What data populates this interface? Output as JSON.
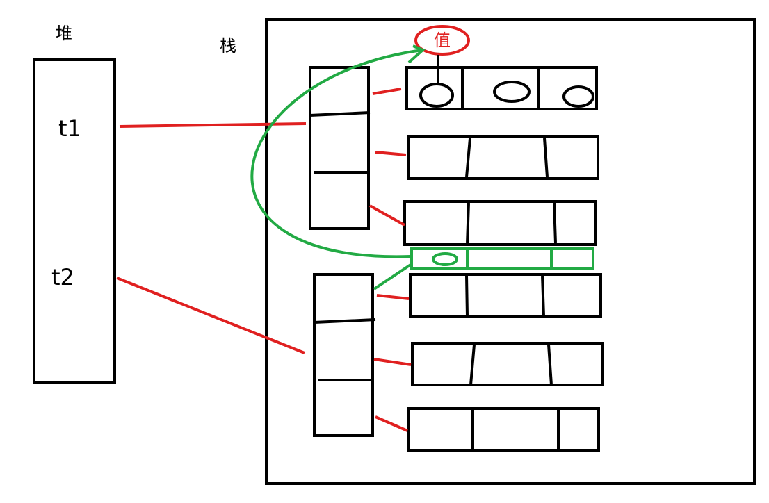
{
  "labels": {
    "heap": "堆",
    "stack": "栈",
    "value": "值",
    "t1": "t1",
    "t2": "t2"
  },
  "colors": {
    "outline": "#000000",
    "reference": "#e02020",
    "highlight": "#22aa44",
    "background": "#ffffff"
  }
}
